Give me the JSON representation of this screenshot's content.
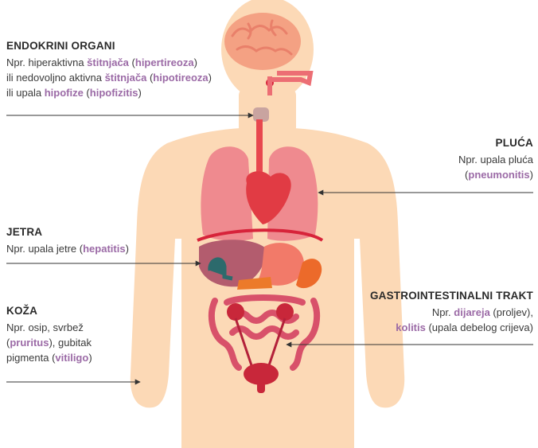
{
  "endocrine": {
    "title": "ENDOKRINI ORGANI",
    "l1_a": "Npr. hiperaktivna ",
    "l1_b": "štitnjača",
    "l1_c": " (",
    "l1_d": "hipertireoza",
    "l1_e": ")",
    "l2_a": "ili nedovoljno aktivna ",
    "l2_b": "štitnjača",
    "l2_c": " (",
    "l2_d": "hipotireoza",
    "l2_e": ")",
    "l3_a": "ili upala ",
    "l3_b": "hipofize",
    "l3_c": " (",
    "l3_d": "hipofizitis",
    "l3_e": ")"
  },
  "lungs": {
    "title": "PLUĆA",
    "l1": "Npr. upala pluća",
    "l2_a": "(",
    "l2_b": "pneumonitis",
    "l2_c": ")"
  },
  "liver": {
    "title": "JETRA",
    "l1_a": "Npr. upala jetre (",
    "l1_b": "hepatitis",
    "l1_c": ")"
  },
  "gi": {
    "title": "GASTROINTESTINALNI TRAKT",
    "l1_a": "Npr. ",
    "l1_b": "dijareja",
    "l1_c": " (proljev),",
    "l2_a": "kolitis",
    "l2_b": " (upala debelog crijeva)"
  },
  "skin": {
    "title": "KOŽA",
    "l1": "Npr. osip, svrbež",
    "l2_a": "(",
    "l2_b": "pruritus",
    "l2_c": "), gubitak",
    "l3_a": "pigmenta (",
    "l3_b": "vitiligo",
    "l3_c": ")"
  },
  "colors": {
    "skin": "#fcd9b6",
    "highlight": "#9b6aa6",
    "organ_red": "#e8474e",
    "lung": "#ef8a8f"
  }
}
